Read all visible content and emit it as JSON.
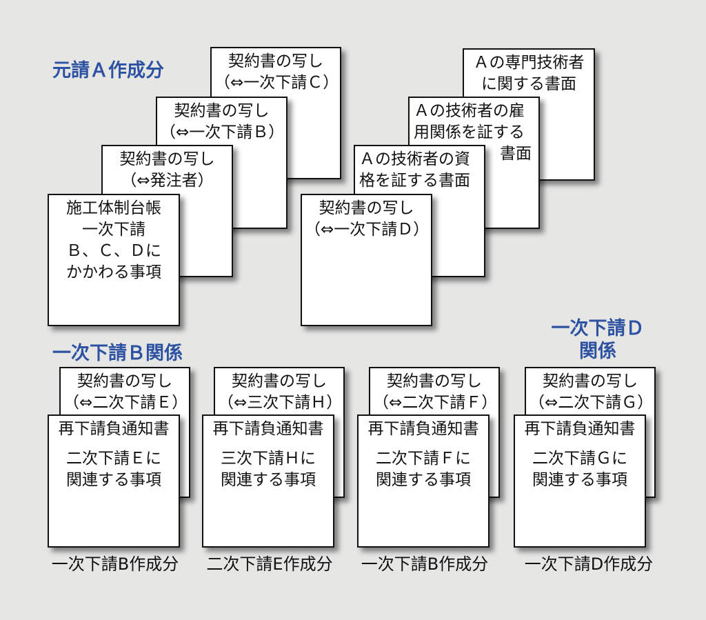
{
  "headings": {
    "motouke_a": "元請Ａ作成分",
    "ichiji_b": "一次下請Ｂ関係",
    "ichiji_d_line1": "一次下請Ｄ",
    "ichiji_d_line2": "関係"
  },
  "group_a_left": {
    "contract_c": [
      "契約書の写し",
      "（⇔一次下請Ｃ）"
    ],
    "contract_b": [
      "契約書の写し",
      "（⇔一次下請Ｂ）"
    ],
    "contract_owner": [
      "契約書の写し",
      "（⇔発注者）"
    ],
    "construction_ledger": [
      "施工体制台帳",
      "一次下請",
      "Ｂ、Ｃ、Ｄに",
      "かかわる事項"
    ]
  },
  "group_a_right": {
    "specialist_engineer": [
      "Ａの専門技術者",
      "に関する書面"
    ],
    "employment_proof": [
      "Ａの技術者の雇",
      "用関係を証する",
      "書面"
    ],
    "qualification_proof": [
      "Ａの技術者の資",
      "格を証する書面"
    ],
    "contract_d": [
      "契約書の写し",
      "（⇔一次下請Ｄ）"
    ]
  },
  "bottom_groups": [
    {
      "contract": [
        "契約書の写し",
        "（⇔二次下請Ｅ）"
      ],
      "notice_title": "再下請負通知書",
      "notice_body": [
        "二次下請Ｅに",
        "関連する事項"
      ],
      "caption": "一次下請B作成分"
    },
    {
      "contract": [
        "契約書の写し",
        "（⇔三次下請Ｈ）"
      ],
      "notice_title": "再下請負通知書",
      "notice_body": [
        "三次下請Ｈに",
        "関連する事項"
      ],
      "caption": "二次下請E作成分"
    },
    {
      "contract": [
        "契約書の写し",
        "（⇔二次下請Ｆ）"
      ],
      "notice_title": "再下請負通知書",
      "notice_body": [
        "二次下請Ｆに",
        "関連する事項"
      ],
      "caption": "一次下請B作成分"
    },
    {
      "contract": [
        "契約書の写し",
        "（⇔二次下請Ｇ）"
      ],
      "notice_title": "再下請負通知書",
      "notice_body": [
        "二次下請Ｇに",
        "関連する事項"
      ],
      "caption": "一次下請D作成分"
    }
  ],
  "colors": {
    "heading": "#2e52a2",
    "background": "#e6e6e5",
    "card": "#ffffff",
    "border": "#111111"
  }
}
